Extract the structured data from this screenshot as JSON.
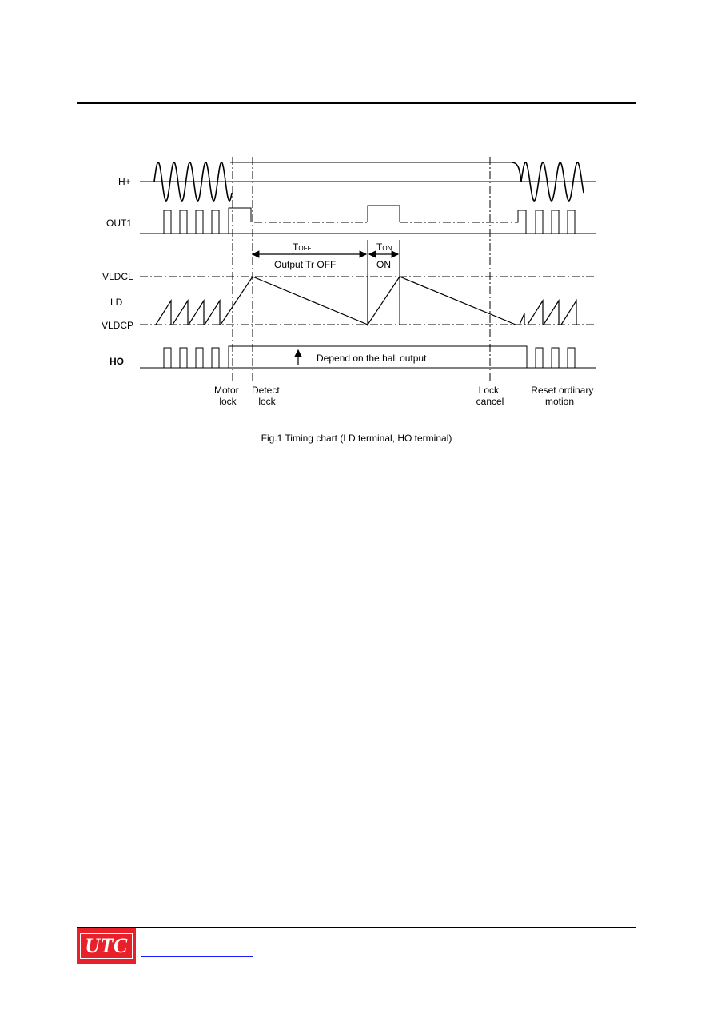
{
  "diagram": {
    "signals": {
      "h_plus": "H+",
      "out1": "OUT1",
      "vldcl": "VLDCL",
      "ld": "LD",
      "vldcp": "VLDCP",
      "ho": "HO"
    },
    "annotations": {
      "t_off": "T",
      "t_off_sub": "OFF",
      "t_on": "T",
      "t_on_sub": "ON",
      "output_tr_off": "Output Tr OFF",
      "on": "ON",
      "depend_on_hall": "Depend on the hall output"
    },
    "events": {
      "motor_lock": [
        "Motor",
        "lock"
      ],
      "detect_lock": [
        "Detect",
        "lock"
      ],
      "lock_cancel": [
        "Lock",
        "cancel"
      ],
      "reset_ordinary_motion": [
        "Reset ordinary",
        "motion"
      ]
    },
    "caption": "Fig.1 Timing chart (LD terminal, HO terminal)"
  },
  "footer": {
    "logo": "UTC"
  }
}
